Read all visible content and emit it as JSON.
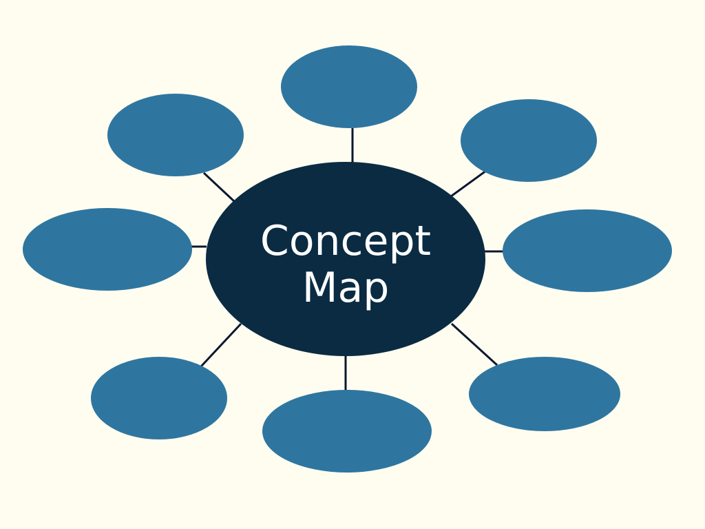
{
  "theme": {
    "background": "#fffdf0",
    "center_fill": "#0a2b42",
    "node_fill": "#2e76a0",
    "connector": "#0b1730",
    "center_text": "#ffffff"
  },
  "center": {
    "title_line1": "Concept",
    "title_line2": "Map"
  },
  "nodes": [
    {
      "id": "top",
      "label": ""
    },
    {
      "id": "top-left",
      "label": ""
    },
    {
      "id": "top-right",
      "label": ""
    },
    {
      "id": "left",
      "label": ""
    },
    {
      "id": "right",
      "label": ""
    },
    {
      "id": "bottom-left",
      "label": ""
    },
    {
      "id": "bottom",
      "label": ""
    },
    {
      "id": "bottom-right",
      "label": ""
    }
  ]
}
